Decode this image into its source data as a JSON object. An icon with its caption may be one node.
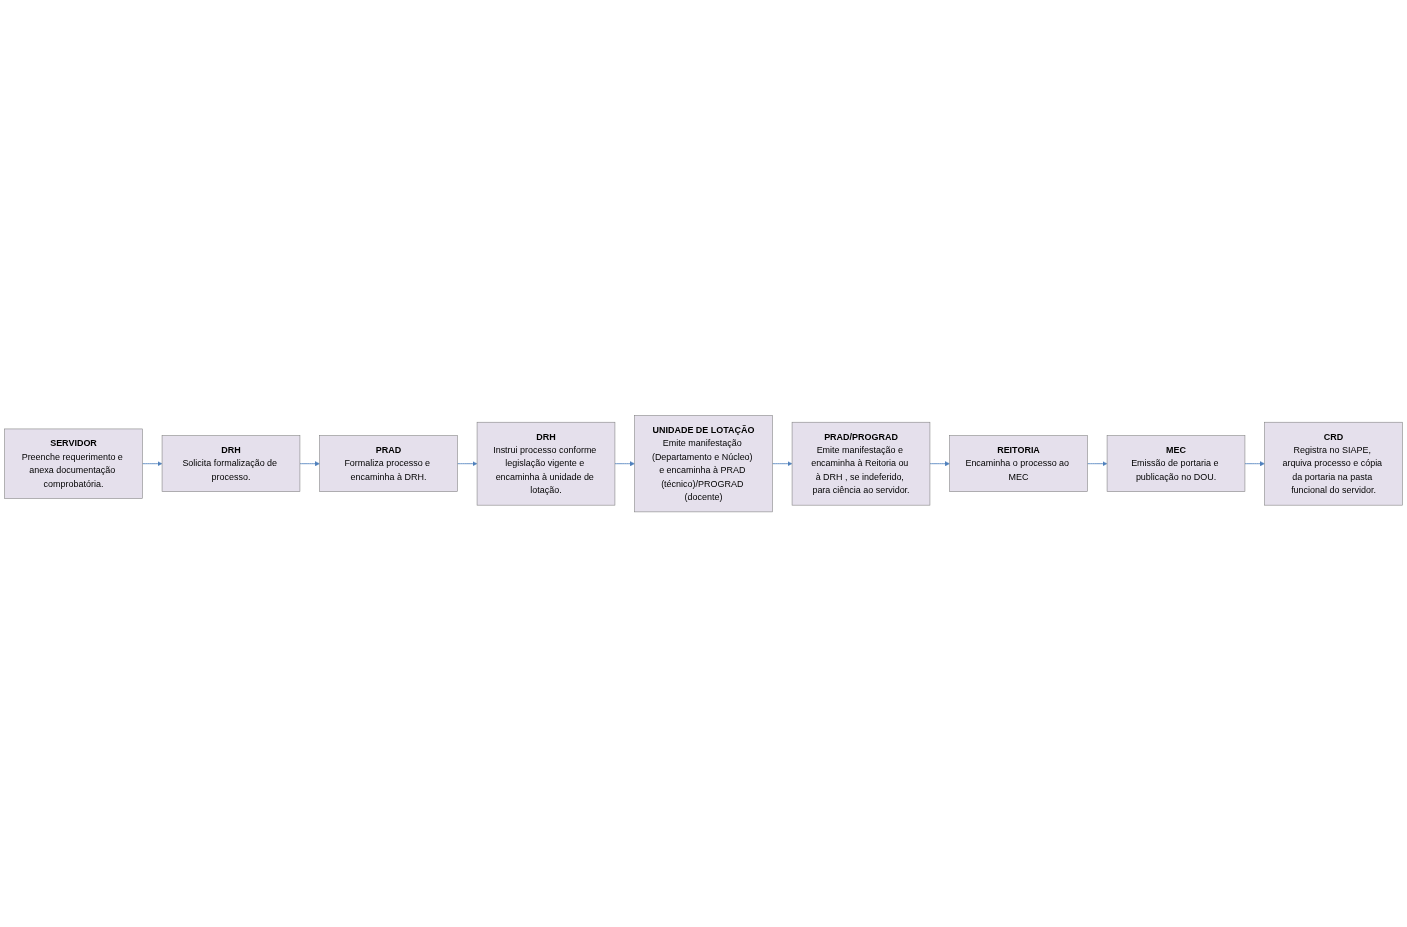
{
  "diagram": {
    "nodes": [
      {
        "text": [
          "SERVIDOR",
          "Preenche requerimento e anexa documentação comprobatória."
        ]
      },
      {
        "text": [
          "DRH",
          "Solicita formalização de processo."
        ]
      },
      {
        "text": [
          "PRAD",
          "Formaliza processo e encaminha à DRH."
        ]
      },
      {
        "text": [
          "DRH",
          "Instrui processo conforme legislação vigente e encaminha à unidade de lotação."
        ]
      },
      {
        "text": [
          "UNIDADE DE LOTAÇÃO",
          "Emite manifestação (Departamento e Núcleo) e encaminha à PRAD (técnico)/PROGRAD (docente)"
        ]
      },
      {
        "text": [
          "PRAD/PROGRAD",
          "Emite manifestação e encaminha à Reitoria ou à DRH , se indeferido, para ciência ao servidor."
        ]
      },
      {
        "text": [
          "REITORIA",
          "Encaminha o processo ao MEC"
        ]
      },
      {
        "text": [
          "MEC",
          "Emissão de portaria e publicação no DOU."
        ]
      },
      {
        "text": [
          "CRD",
          "Registra no SIAPE, arquiva processo e cópia da portaria na pasta funcional do servidor."
        ]
      }
    ],
    "edges": [
      {
        "from": 0,
        "to": 1,
        "arrow": "to"
      },
      {
        "from": 1,
        "to": 2,
        "arrow": "to"
      },
      {
        "from": 2,
        "to": 3,
        "arrow": "to"
      },
      {
        "from": 3,
        "to": 4,
        "arrow": "to"
      },
      {
        "from": 4,
        "to": 5,
        "arrow": "to"
      },
      {
        "from": 5,
        "to": 6,
        "arrow": "to"
      },
      {
        "from": 6,
        "to": 7,
        "arrow": "to"
      },
      {
        "from": 7,
        "to": 8,
        "arrow": "to"
      }
    ]
  }
}
